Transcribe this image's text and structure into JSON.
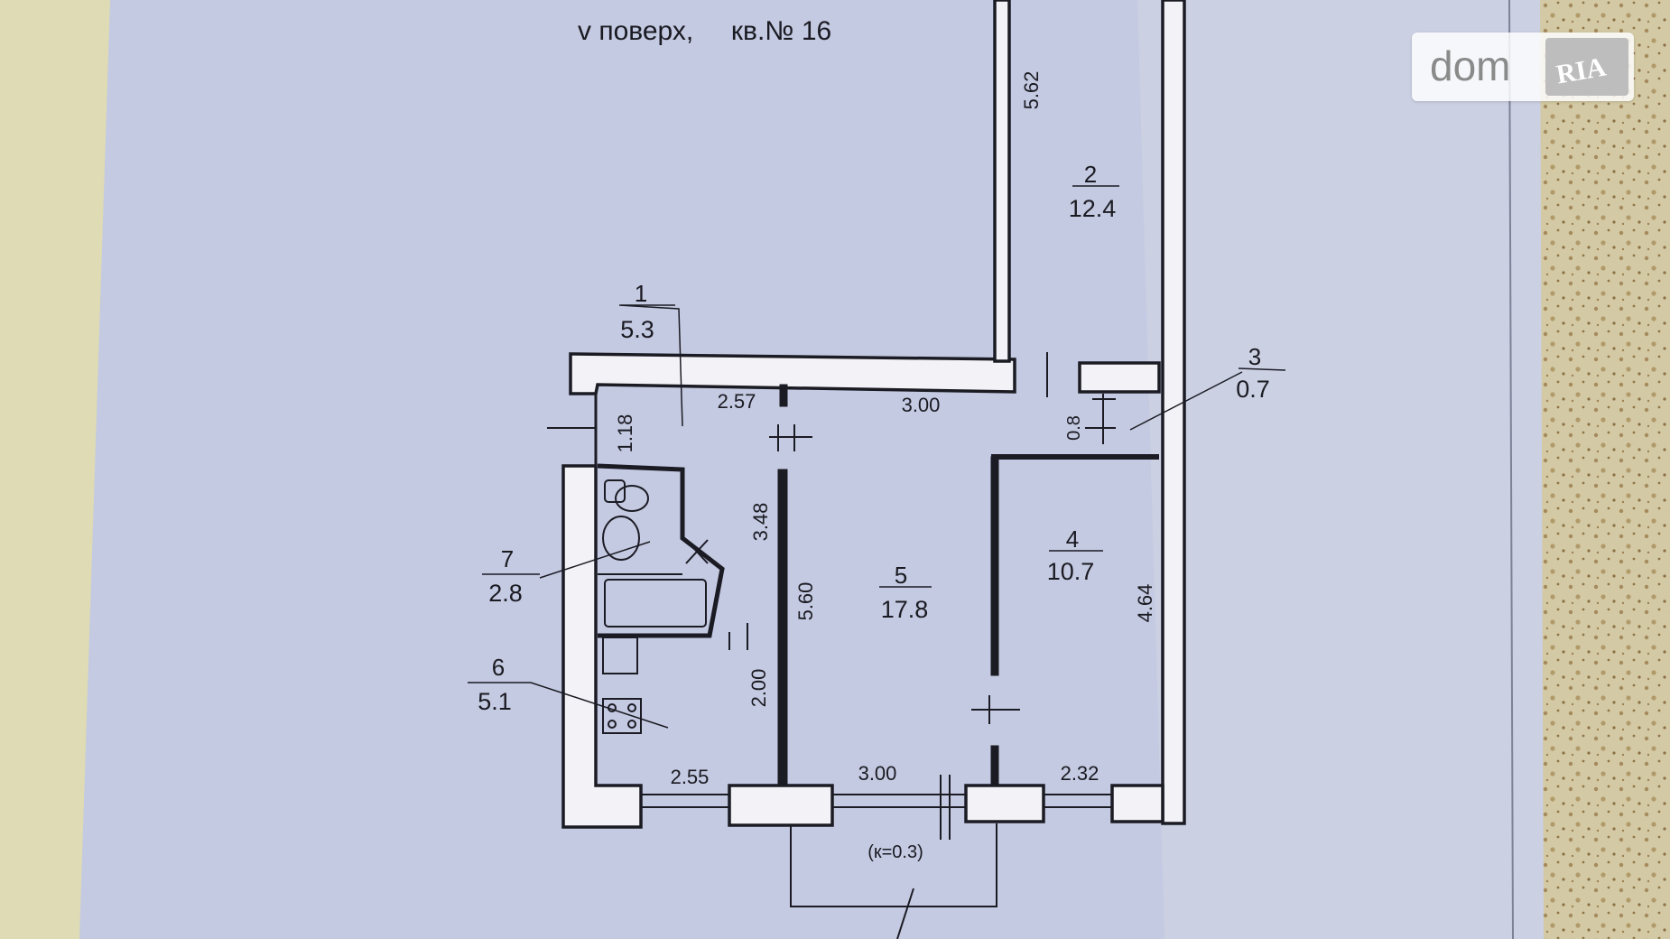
{
  "plan": {
    "header": "v поверх,     кв.№ 16",
    "rooms": [
      {
        "number": "1",
        "area": "5.3"
      },
      {
        "number": "2",
        "area": "12.4"
      },
      {
        "number": "3",
        "area": "0.7"
      },
      {
        "number": "4",
        "area": "10.7"
      },
      {
        "number": "5",
        "area": "17.8"
      },
      {
        "number": "6",
        "area": "5.1"
      },
      {
        "number": "7",
        "area": "2.8"
      }
    ],
    "dimensions": [
      "5.62",
      "2.57",
      "3.00",
      "1.18",
      "0.8",
      "3.48",
      "5.60",
      "2.00",
      "4.64",
      "2.55",
      "3.00",
      "2.32"
    ],
    "balcony_note": "(к=0.3)"
  },
  "watermark": {
    "brand": "dom",
    "logo_text": "RIA"
  },
  "colors": {
    "paper": "#c3c9e0",
    "paper_right": "#cfd3e3",
    "wall": "#1b1b24",
    "wood": "#d7d5b2"
  }
}
